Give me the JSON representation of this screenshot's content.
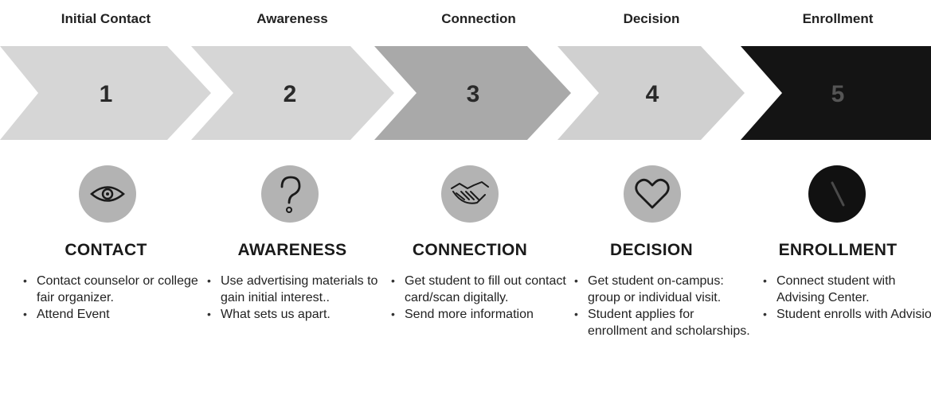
{
  "colors": {
    "chevron_1": "#d6d6d6",
    "chevron_2": "#d6d6d6",
    "chevron_3": "#a9a9a9",
    "chevron_4": "#d0d0d0",
    "chevron_5": "#141414",
    "number_dark": "#2a2a2a",
    "number_on_dark": "#555555",
    "icon_fill": "#b3b3b3",
    "icon_dark_fill": "#111111"
  },
  "stages": [
    {
      "header": "Initial Contact",
      "number": "1",
      "icon": "eye-icon",
      "title": "CONTACT",
      "bullets": [
        "Contact counselor or college fair organizer.",
        "Attend Event"
      ]
    },
    {
      "header": "Awareness",
      "number": "2",
      "icon": "question-mark-icon",
      "title": "AWARENESS",
      "bullets": [
        "Use advertising materials to gain initial interest..",
        "What sets us apart."
      ]
    },
    {
      "header": "Connection",
      "number": "3",
      "icon": "handshake-icon",
      "title": "CONNECTION",
      "bullets": [
        "Get student to fill out contact card/scan digitally.",
        "Send more information"
      ]
    },
    {
      "header": "Decision",
      "number": "4",
      "icon": "heart-icon",
      "title": "DECISION",
      "bullets": [
        "Get student on-campus: group or individual visit.",
        "Student applies for enrollment and scholarships."
      ]
    },
    {
      "header": "Enrollment",
      "number": "5",
      "icon": "pen-icon",
      "title": "ENROLLMENT",
      "bullets": [
        "Connect student with Advising Center.",
        "Student enrolls with Advisior."
      ]
    }
  ]
}
